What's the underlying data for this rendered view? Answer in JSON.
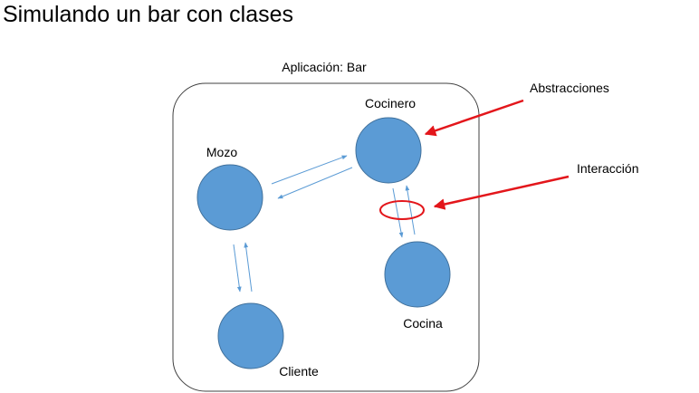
{
  "title": "Simulando un bar con clases",
  "container": {
    "label": "Aplicación: Bar"
  },
  "nodes": {
    "mozo": {
      "label": "Mozo"
    },
    "cocinero": {
      "label": "Cocinero"
    },
    "cliente": {
      "label": "Cliente"
    },
    "cocina": {
      "label": "Cocina"
    }
  },
  "callouts": {
    "abstracciones": "Abstracciones",
    "interaccion": "Interacción"
  },
  "colors": {
    "node_fill": "#5b9bd5",
    "node_stroke": "#41719c",
    "arrow": "#5b9bd5",
    "callout": "#e3161b",
    "container_border": "#404040"
  }
}
